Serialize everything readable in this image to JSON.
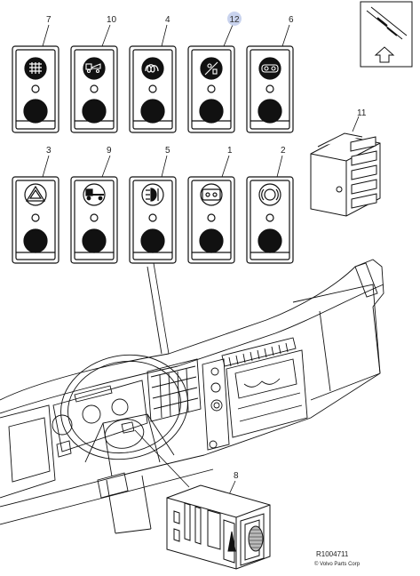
{
  "callouts": {
    "sw7": "7",
    "sw10": "10",
    "sw4": "4",
    "sw12": "12",
    "sw6": "6",
    "sw3": "3",
    "sw9": "9",
    "sw5": "5",
    "sw1": "1",
    "sw2": "2",
    "sw11": "11",
    "sw8": "8"
  },
  "footer": {
    "reference": "R1004711",
    "copyright": "© Volvo Parts Corp"
  },
  "colors": {
    "line": "#111111",
    "highlight_badge": "#c9d3ee"
  },
  "icons": {
    "sw7": "rear-window-defrost-icon",
    "sw10": "truck-tipper-icon",
    "sw4": "spiral-heater-icon",
    "sw12": "differential-lock-icon",
    "sw6": "trailer-coupling-icon",
    "sw3": "hazard-warning-icon",
    "sw9": "truck-work-light-icon",
    "sw5": "fog-light-icon",
    "sw1": "axle-lift-icon",
    "sw2": "brake-warning-icon",
    "sw8": "light-dimmer-icon"
  }
}
